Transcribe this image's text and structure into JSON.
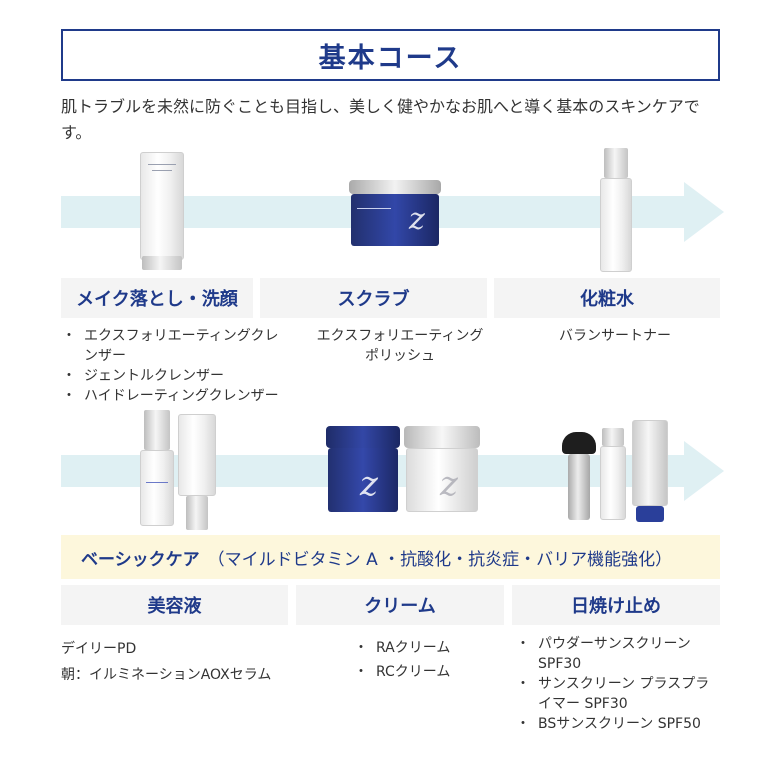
{
  "title": "基本コース",
  "intro": "肌トラブルを未然に防ぐことも目指し、美しく健やかなお肌へと導く基本のスキンケアです。",
  "basic_steps": [
    {
      "label": "メイク落とし・洗顔",
      "items": [
        "エクスフォリエーティングクレンザー",
        "ジェントルクレンザー",
        "ハイドレーティングクレンザー"
      ]
    },
    {
      "label": "スクラブ",
      "items": [
        "エクスフォリエーティング",
        "ポリッシュ"
      ]
    },
    {
      "label": "化粧水",
      "items": [
        "バランサートナー"
      ]
    }
  ],
  "basic_care": {
    "title": "ベーシックケア",
    "subtitle": "（マイルドビタミン A ・抗酸化・抗炎症・バリア機能強化）"
  },
  "care_steps": [
    {
      "label": "美容液",
      "items": [
        "デイリーPD",
        "朝：イルミネーションAOXセラム"
      ]
    },
    {
      "label": "クリーム",
      "items": [
        "RAクリーム",
        "RCクリーム"
      ]
    },
    {
      "label": "日焼け止め",
      "items": [
        "パウダーサンスクリーン SPF30",
        "サンスクリーン プラスプライマー SPF30",
        "BSサンスクリーン SPF50"
      ]
    }
  ],
  "colors": {
    "accent": "#1f3a8a",
    "band": "#dff0f3",
    "care_bg": "#fdf7dc",
    "head_bg": "#f4f4f4"
  }
}
